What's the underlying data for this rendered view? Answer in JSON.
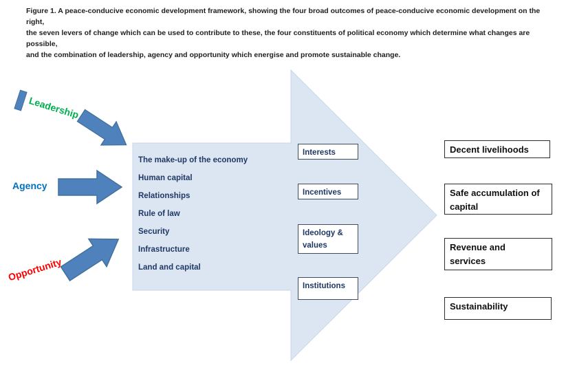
{
  "caption": {
    "lines": [
      "Figure 1. A peace-conducive economic development framework, showing the four broad outcomes of peace-conducive economic development on the right,",
      "the seven levers of change which can be used to contribute to these, the four constituents of political economy which determine what changes are possible,",
      "and the combination of leadership, agency and opportunity which energise and promote sustainable change."
    ]
  },
  "energisers": [
    {
      "label": "Leadership",
      "color": "#00b050"
    },
    {
      "label": "Agency",
      "color": "#0070c0"
    },
    {
      "label": "Opportunity",
      "color": "#ff0000"
    }
  ],
  "levers": {
    "items": [
      "The make-up of the economy",
      "Human capital",
      "Relationships",
      "Rule of law",
      "Security",
      "Infrastructure",
      "Land and capital"
    ]
  },
  "constituents": [
    {
      "line1": "Interests"
    },
    {
      "line1": "Incentives"
    },
    {
      "line1": "Ideology &",
      "line2": "values"
    },
    {
      "line1": "Institutions"
    }
  ],
  "outcomes": [
    {
      "line1": "Decent livelihoods"
    },
    {
      "line1": "Safe accumulation of",
      "line2": "capital"
    },
    {
      "line1": "Revenue and",
      "line2": "services"
    },
    {
      "line1": "Sustainability"
    }
  ],
  "colors": {
    "big_arrow_fill": "#dce6f2",
    "big_arrow_stroke": "#c8d7ec",
    "small_arrow_fill": "#4f81bd",
    "small_arrow_stroke": "#41719c"
  }
}
